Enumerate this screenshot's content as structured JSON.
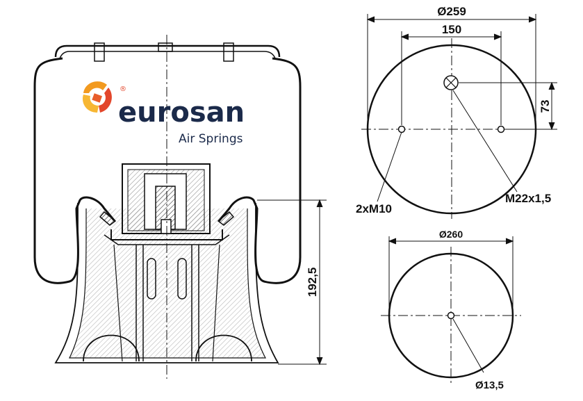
{
  "brand": {
    "name": "eurosan",
    "tagline": "Air Springs",
    "registered_mark": "®",
    "colors": {
      "navy": "#1b2a4a",
      "orange": "#f29a1f",
      "red": "#e3462b"
    }
  },
  "dimensions": {
    "top_plate_diameter": "Ø259",
    "bolt_spacing": "150",
    "offset": "73",
    "bolts": "2xM10",
    "center_thread": "M22x1,5",
    "height": "192,5",
    "base_diameter": "Ø260",
    "base_hole": "Ø13,5"
  },
  "colors": {
    "line": "#111111",
    "hatch": "#444444"
  }
}
